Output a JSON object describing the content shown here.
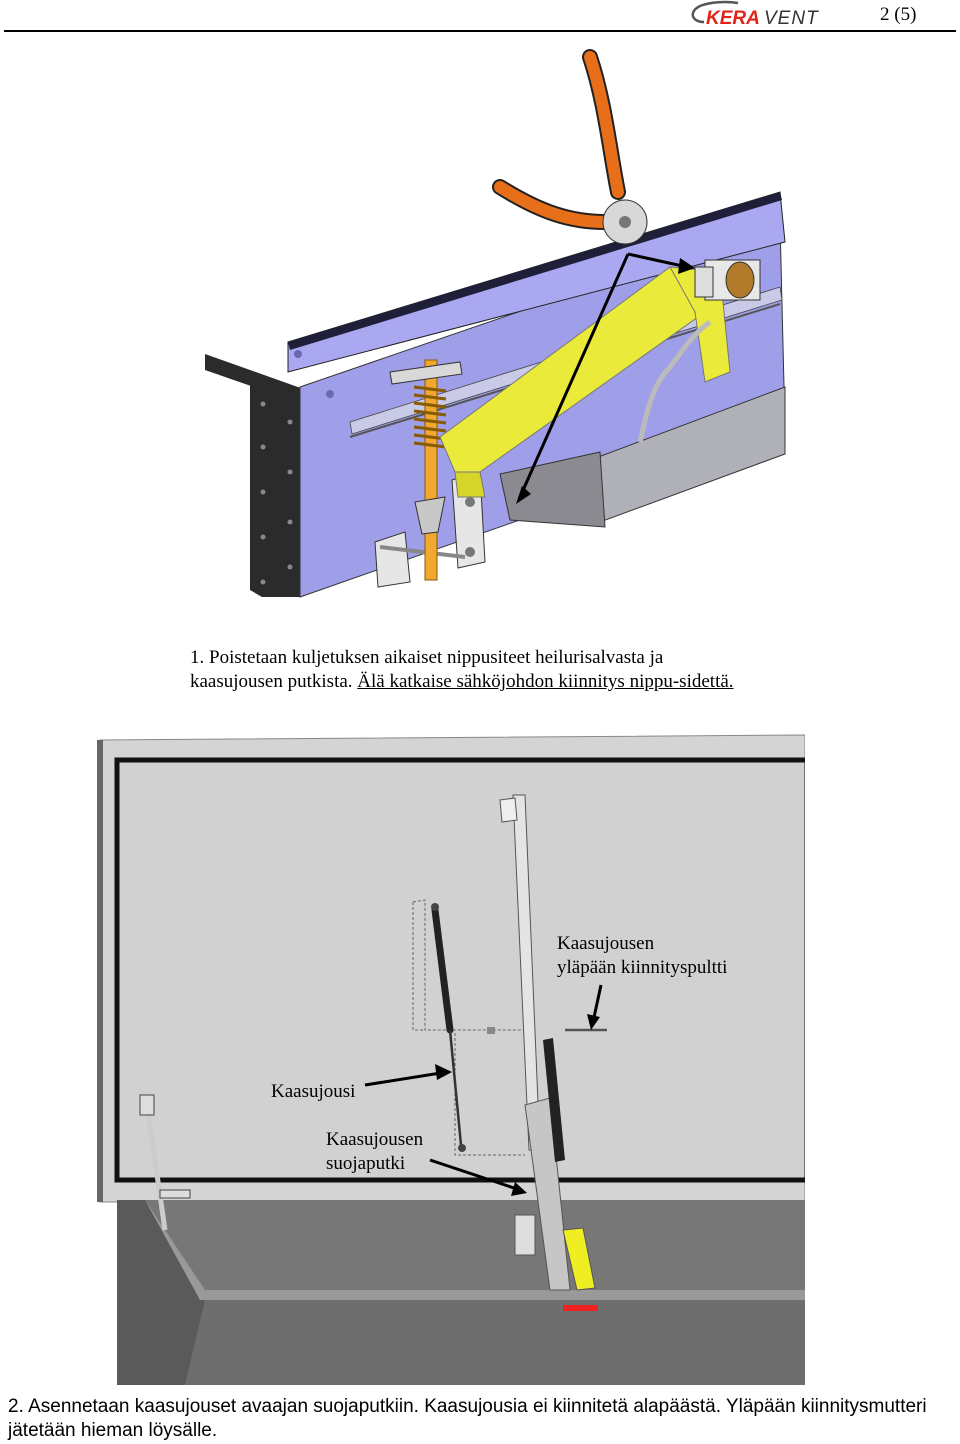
{
  "header": {
    "logo_text": "KERAVENT",
    "page_number": "2 (5)",
    "brand_color": "#e2231a"
  },
  "figure1": {
    "caption_main": "1. Poistetaan kuljetuksen aikaiset nippusiteet heilurisalvasta ja kaasujousen putkista.",
    "caption_warning": "Älä katkaise sähköjohdon kiinnitys nippu-sidettä."
  },
  "figure2": {
    "label_bolt_line1": "Kaasujousen",
    "label_bolt_line2": "yläpään kiinnityspultti",
    "label_spring": "Kaasujousi",
    "label_tube_line1": "Kaasujousen",
    "label_tube_line2": "suojaputki",
    "caption": "2. Asennetaan kaasujouset avaajan suojaputkiin. Kaasujousia ei kiinnitetä alapäästä. Yläpään kiinnitysmutteri jätetään hieman löysälle."
  }
}
